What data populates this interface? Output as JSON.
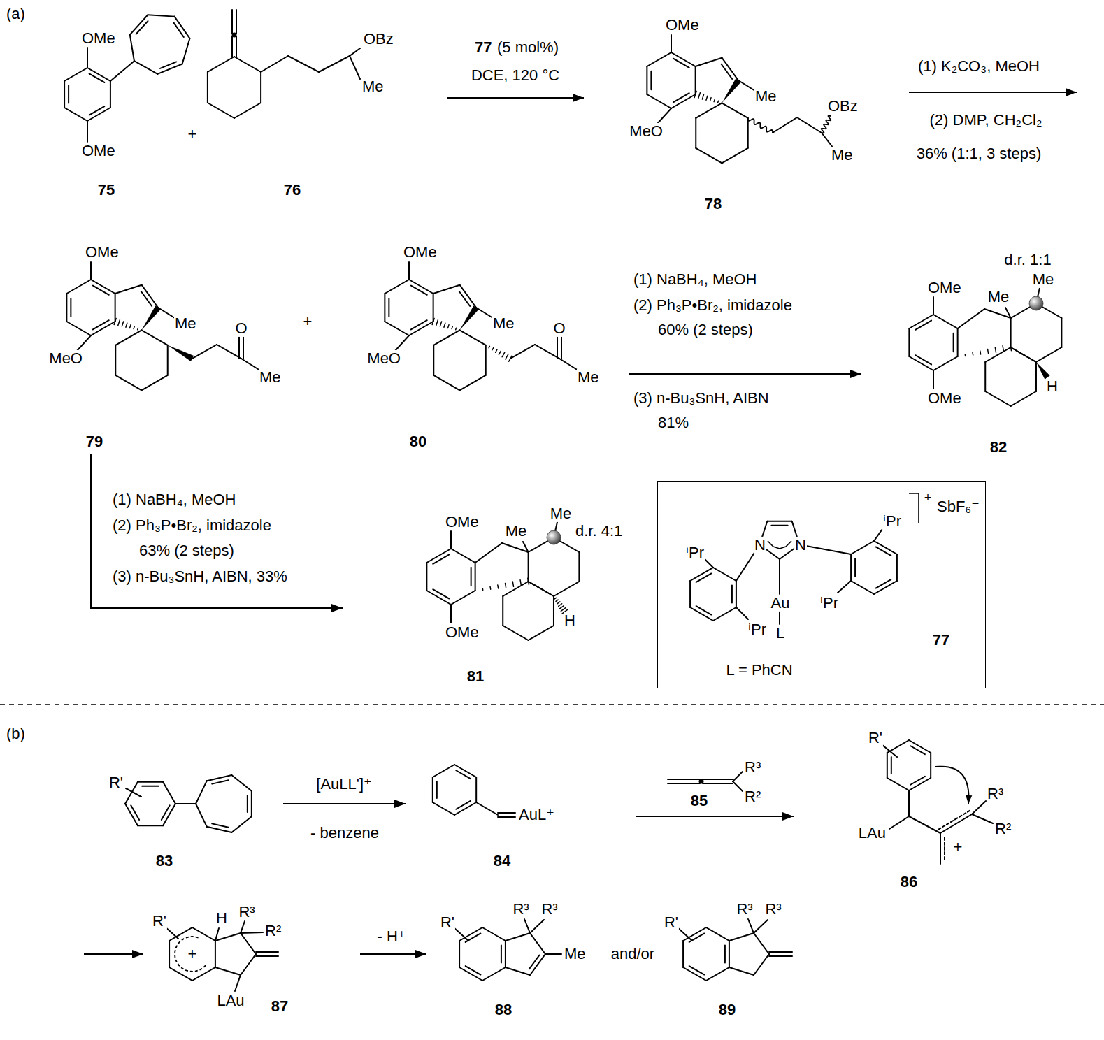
{
  "diagram": {
    "nodes": [
      {
        "text": [
          "+",
          "SbF₆⁻",
          "ⁱPr",
          "ⁱPr",
          "N",
          "N",
          "Au",
          "ⁱPr",
          "ⁱPr",
          "L",
          "77",
          "L = PhCN"
        ]
      }
    ],
    "labels": [
      "(a)",
      "OMe",
      "OMe",
      "75",
      "+",
      "OBz",
      "Me",
      "76",
      "77",
      "(5 mol%)",
      "DCE, 120 °C",
      "OMe",
      "MeO",
      "Me",
      "OBz",
      "Me",
      "78",
      "(1) K₂CO₃, MeOH",
      "(2) DMP, CH₂Cl₂",
      "36% (1:1, 3 steps)",
      "OMe",
      "MeO",
      "Me",
      "O",
      "Me",
      "79",
      "+",
      "OMe",
      "MeO",
      "Me",
      "O",
      "Me",
      "80",
      "(1) NaBH₄, MeOH",
      "(2) Ph₃P•Br₂, imidazole",
      "60% (2 steps)",
      "(3) n-Bu₃SnH, AIBN",
      "81%",
      "d.r. 1:1",
      "OMe",
      "Me",
      "Me",
      "OMe",
      "H",
      "82",
      "(1) NaBH₄, MeOH",
      "(2) Ph₃P•Br₂, imidazole",
      "63% (2 steps)",
      "(3) n-Bu₃SnH, AIBN, 33%",
      "OMe",
      "Me",
      "Me",
      "d.r. 4:1",
      "OMe",
      "H",
      "81",
      "(b)",
      "R'",
      "83",
      "[AuLL']⁺",
      "- benzene",
      "84",
      "AuL⁺",
      "R³",
      "R²",
      "85",
      "R'",
      "R³",
      "LAu",
      "R²",
      "+",
      "86",
      "R'",
      "H",
      "R³",
      "R²",
      "+",
      "LAu",
      "87",
      "- H⁺",
      "R'",
      "R³",
      "R³",
      "Me",
      "88",
      "and/or",
      "R'",
      "R³",
      "R³",
      "89"
    ]
  }
}
